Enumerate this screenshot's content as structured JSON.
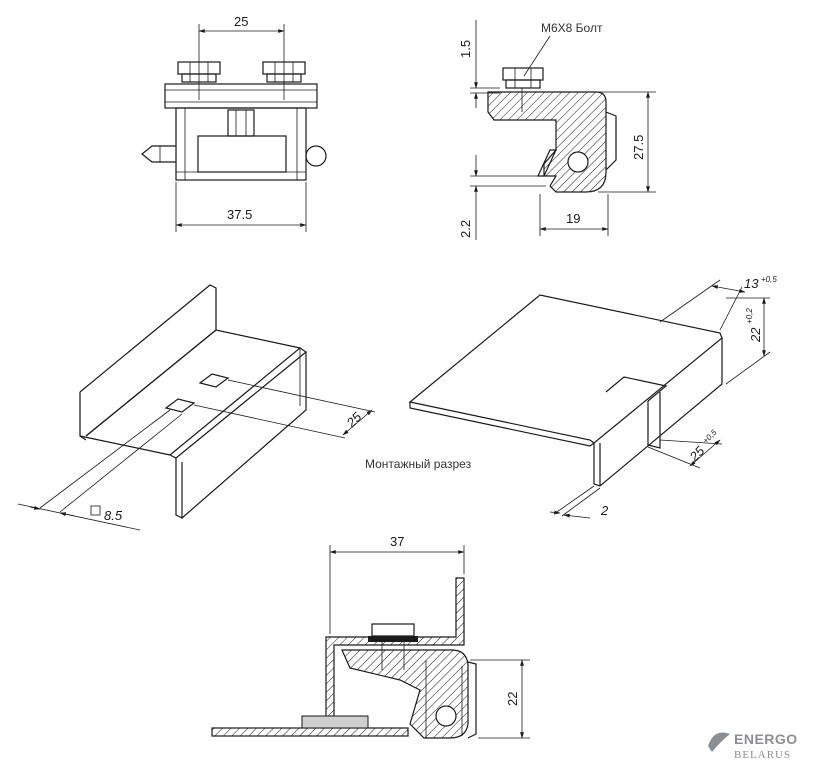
{
  "top_left_view": {
    "dim_top": "25",
    "dim_bottom": "37.5"
  },
  "top_right_view": {
    "bolt_label": "M6X8  Болт",
    "dim_gap": "1.5",
    "dim_height": "27.5",
    "dim_slot": "2.2",
    "dim_width": "19"
  },
  "left_iso": {
    "dim_spacing": "25",
    "square_hole": "8.5"
  },
  "right_iso": {
    "caption": "Монтажный разрез",
    "dim_cut_top": "13",
    "dim_cut_top_tol": "+0,5",
    "dim_cut_depth": "22",
    "dim_cut_depth_tol": "+0,2",
    "dim_cut_width": "25",
    "dim_cut_width_tol": "+0,5",
    "dim_thickness": "2"
  },
  "bottom_view": {
    "dim_width": "37",
    "dim_height": "22"
  },
  "logo": {
    "name": "ENERGO",
    "sub": "BELARUS"
  },
  "colors": {
    "line": "#1a1a1a",
    "logo": "#8a8f96",
    "insert": "#cfcfcf"
  }
}
